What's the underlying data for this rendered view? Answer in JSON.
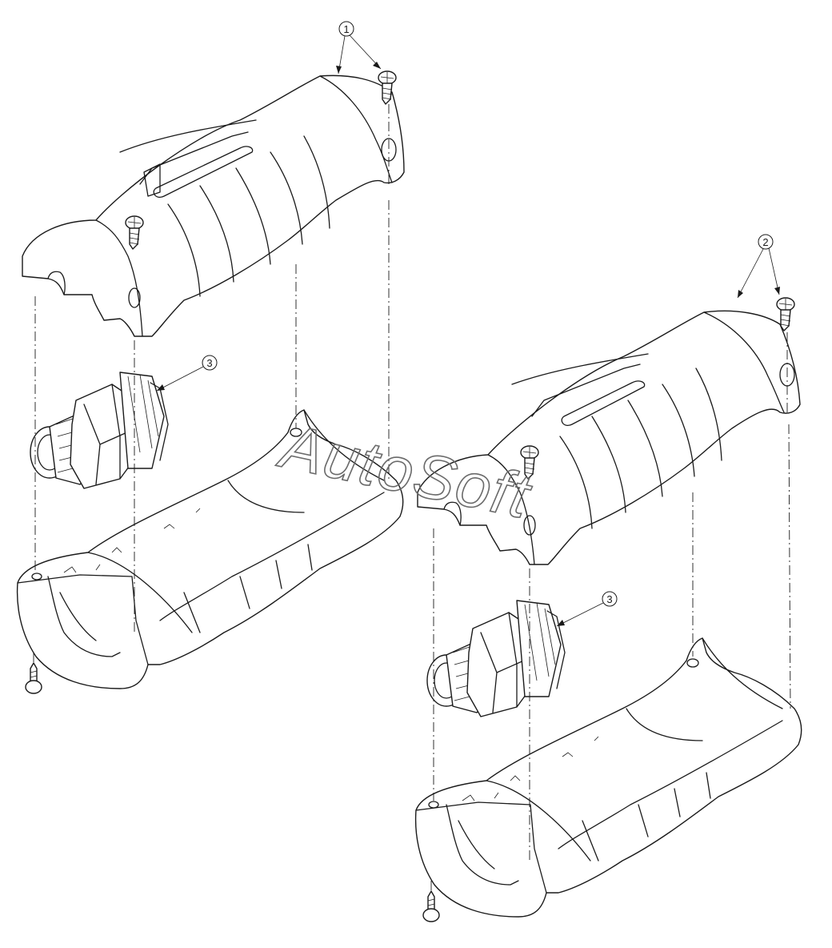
{
  "callouts": {
    "c1": "1",
    "c2": "2",
    "c3a": "3",
    "c3b": "3"
  },
  "watermark": "AutoSoft",
  "colors": {
    "line": "#1a1a1a",
    "background": "#ffffff",
    "watermark": "#6a6a6a"
  }
}
